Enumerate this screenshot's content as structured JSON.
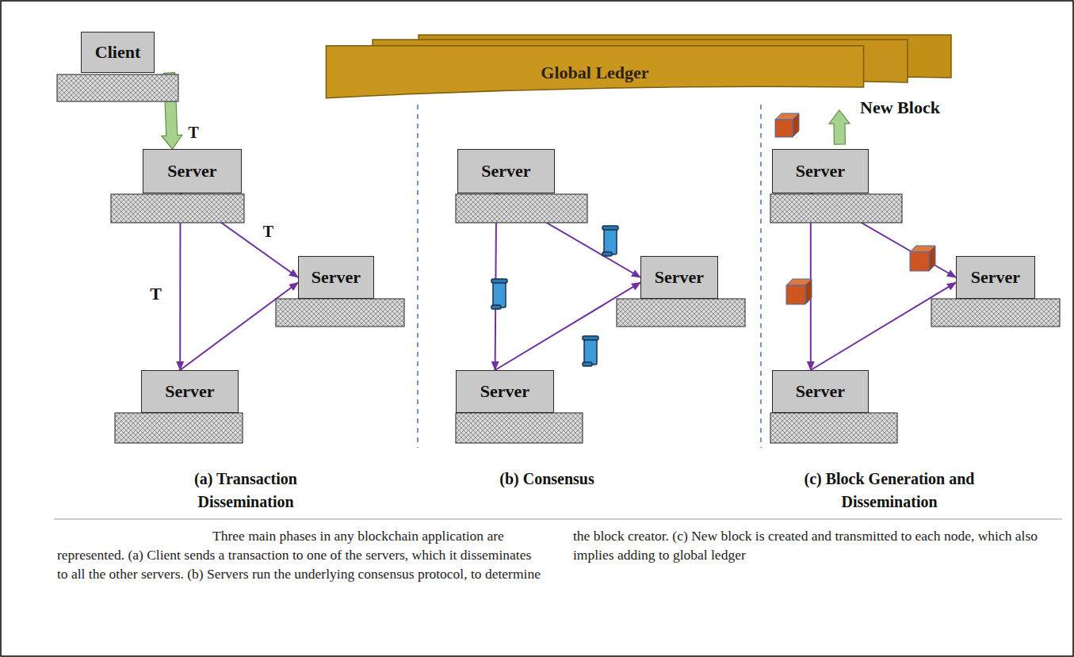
{
  "diagram": {
    "caption": "Three main phases in any blockchain application are represented. (a) Client sends a transaction to one of the servers, which it disseminates to all the other servers. (b) Servers run the underlying consensus protocol, to determine the block creator. (c) New block is created and transmitted to each node, which also implies adding to global ledger",
    "nodes": [
      {
        "text": [
          "Client"
        ]
      },
      {
        "text": [
          "Server"
        ]
      },
      {
        "text": [
          "Server"
        ]
      },
      {
        "text": [
          "Server"
        ]
      },
      {
        "text": [
          "Global Ledger"
        ]
      },
      {
        "text": [
          "Server"
        ]
      },
      {
        "text": [
          "Server"
        ]
      },
      {
        "text": [
          "Server"
        ]
      },
      {
        "text": [
          "Server"
        ]
      },
      {
        "text": [
          "Server"
        ]
      },
      {
        "text": [
          "Server"
        ]
      }
    ],
    "edges": [
      {
        "from": 0,
        "to": 1,
        "arrow": "to",
        "label": "T"
      },
      {
        "from": 1,
        "to": 2,
        "arrow": "to",
        "label": "T"
      },
      {
        "from": 1,
        "to": 3,
        "arrow": "to",
        "label": "T"
      },
      {
        "from": 3,
        "to": 2,
        "arrow": "to"
      },
      {
        "from": 5,
        "to": 6,
        "arrow": "to"
      },
      {
        "from": 5,
        "to": 7,
        "arrow": "to"
      },
      {
        "from": 7,
        "to": 6,
        "arrow": "to"
      },
      {
        "from": 8,
        "to": 9,
        "arrow": "to"
      },
      {
        "from": 8,
        "to": 10,
        "arrow": "to"
      },
      {
        "from": 10,
        "to": 9,
        "arrow": "to"
      },
      {
        "from": 8,
        "to": 4,
        "arrow": "to",
        "label": "New Block"
      }
    ],
    "labels": [
      "(a) Transaction Dissemination",
      "(b) Consensus",
      "(c) Block Generation and Dissemination"
    ]
  }
}
